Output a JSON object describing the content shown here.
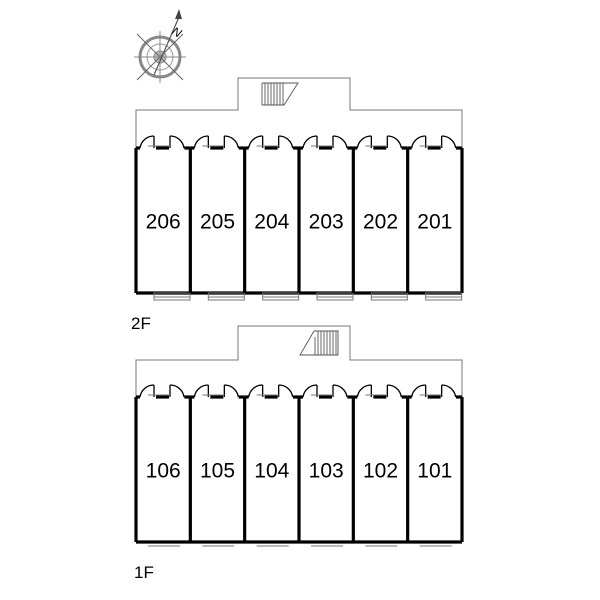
{
  "floors": [
    {
      "label": "2F",
      "units": [
        {
          "number": "206"
        },
        {
          "number": "205"
        },
        {
          "number": "204"
        },
        {
          "number": "203"
        },
        {
          "number": "202"
        },
        {
          "number": "201"
        }
      ]
    },
    {
      "label": "1F",
      "units": [
        {
          "number": "106"
        },
        {
          "number": "105"
        },
        {
          "number": "104"
        },
        {
          "number": "103"
        },
        {
          "number": "102"
        },
        {
          "number": "101"
        }
      ]
    }
  ],
  "compass": {
    "label": "N"
  }
}
